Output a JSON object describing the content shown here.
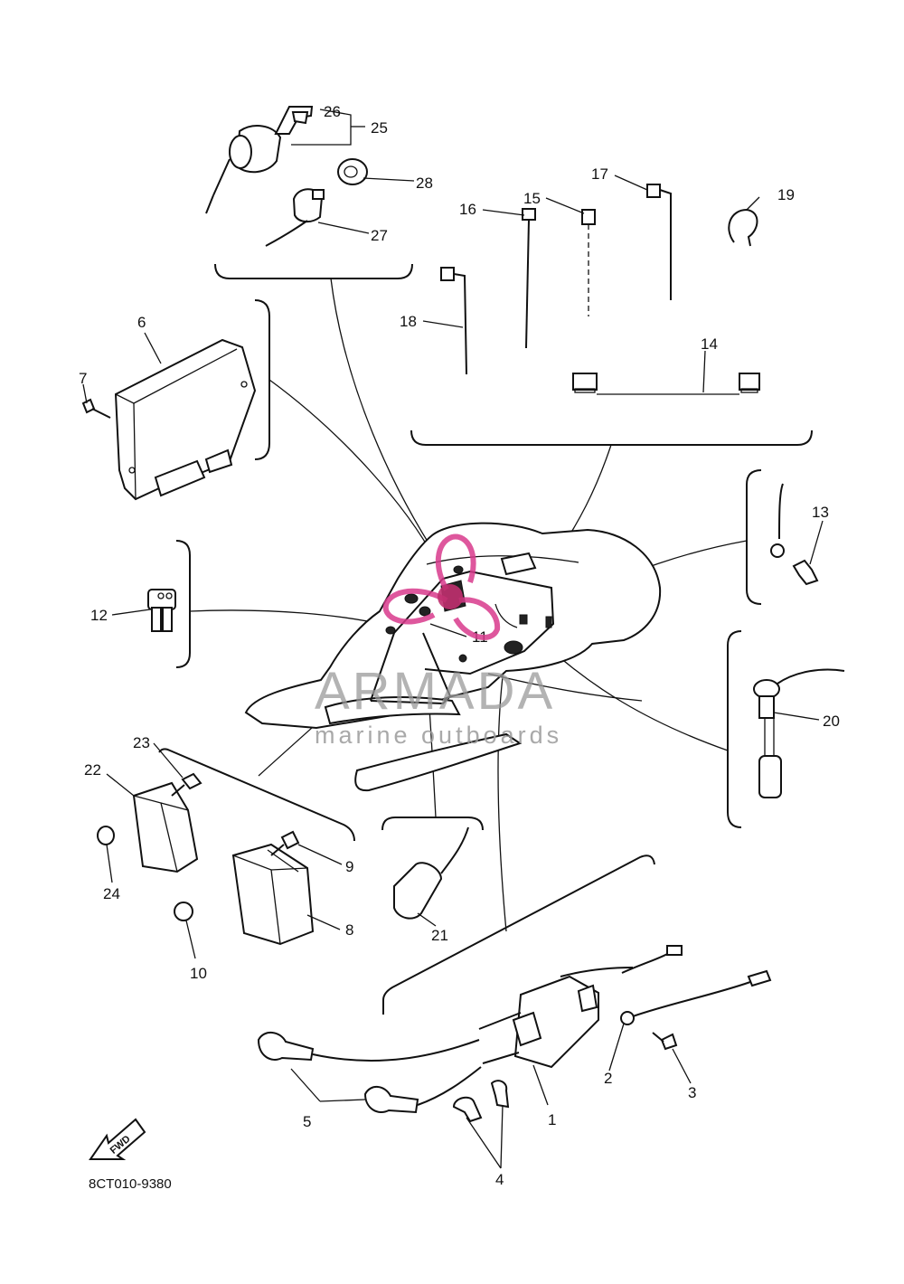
{
  "diagram": {
    "part_numbers": [
      "1",
      "2",
      "3",
      "4",
      "5",
      "6",
      "7",
      "8",
      "9",
      "10",
      "11",
      "12",
      "13",
      "14",
      "15",
      "16",
      "17",
      "18",
      "19",
      "20",
      "21",
      "22",
      "23",
      "24",
      "25",
      "26",
      "27",
      "28"
    ],
    "drawing_code": "8CT010-9380",
    "direction_arrow": "FWD",
    "watermark": {
      "brand": "ARMADA",
      "tagline": "marine outboards",
      "logo_color": "#d83a8c"
    },
    "line_color": "#111111",
    "background_color": "#ffffff"
  }
}
